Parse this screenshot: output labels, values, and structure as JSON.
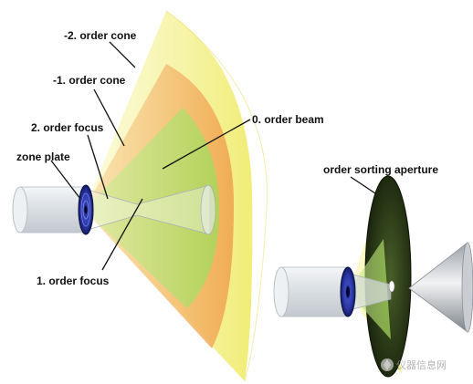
{
  "labels": {
    "minus2_cone": "-2. order cone",
    "minus1_cone": "-1. order cone",
    "focus2": "2. order focus",
    "zone_plate": "zone plate",
    "beam0": "0. order beam",
    "focus1": "1. order focus",
    "osa": "order sorting aperture"
  },
  "watermark": {
    "text": "仪器信息网",
    "icon": "instrument-logo-icon"
  },
  "colors": {
    "background": "#ffffff",
    "cone_minus2": "#f3f08c",
    "cone_minus1": "#f2b25a",
    "cone_green": "#b6e26a",
    "zone_plate": "#2a35a0",
    "aperture_disk": "#1f2a10",
    "beam_grey": "#bfc6cc",
    "label": "#111111"
  }
}
